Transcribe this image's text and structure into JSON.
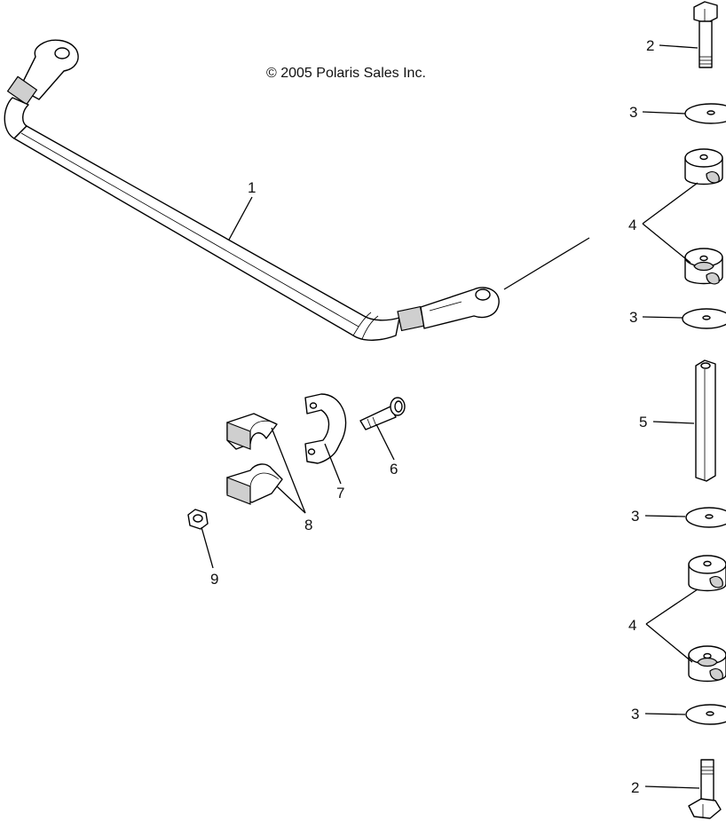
{
  "copyright": "© 2005 Polaris Sales Inc.",
  "callouts": {
    "c1": "1",
    "c2_top": "2",
    "c3_a": "3",
    "c4_top": "4",
    "c3_b": "3",
    "c5": "5",
    "c3_c": "3",
    "c4_bottom": "4",
    "c3_d": "3",
    "c2_bottom": "2",
    "c6": "6",
    "c7": "7",
    "c8": "8",
    "c9": "9"
  }
}
